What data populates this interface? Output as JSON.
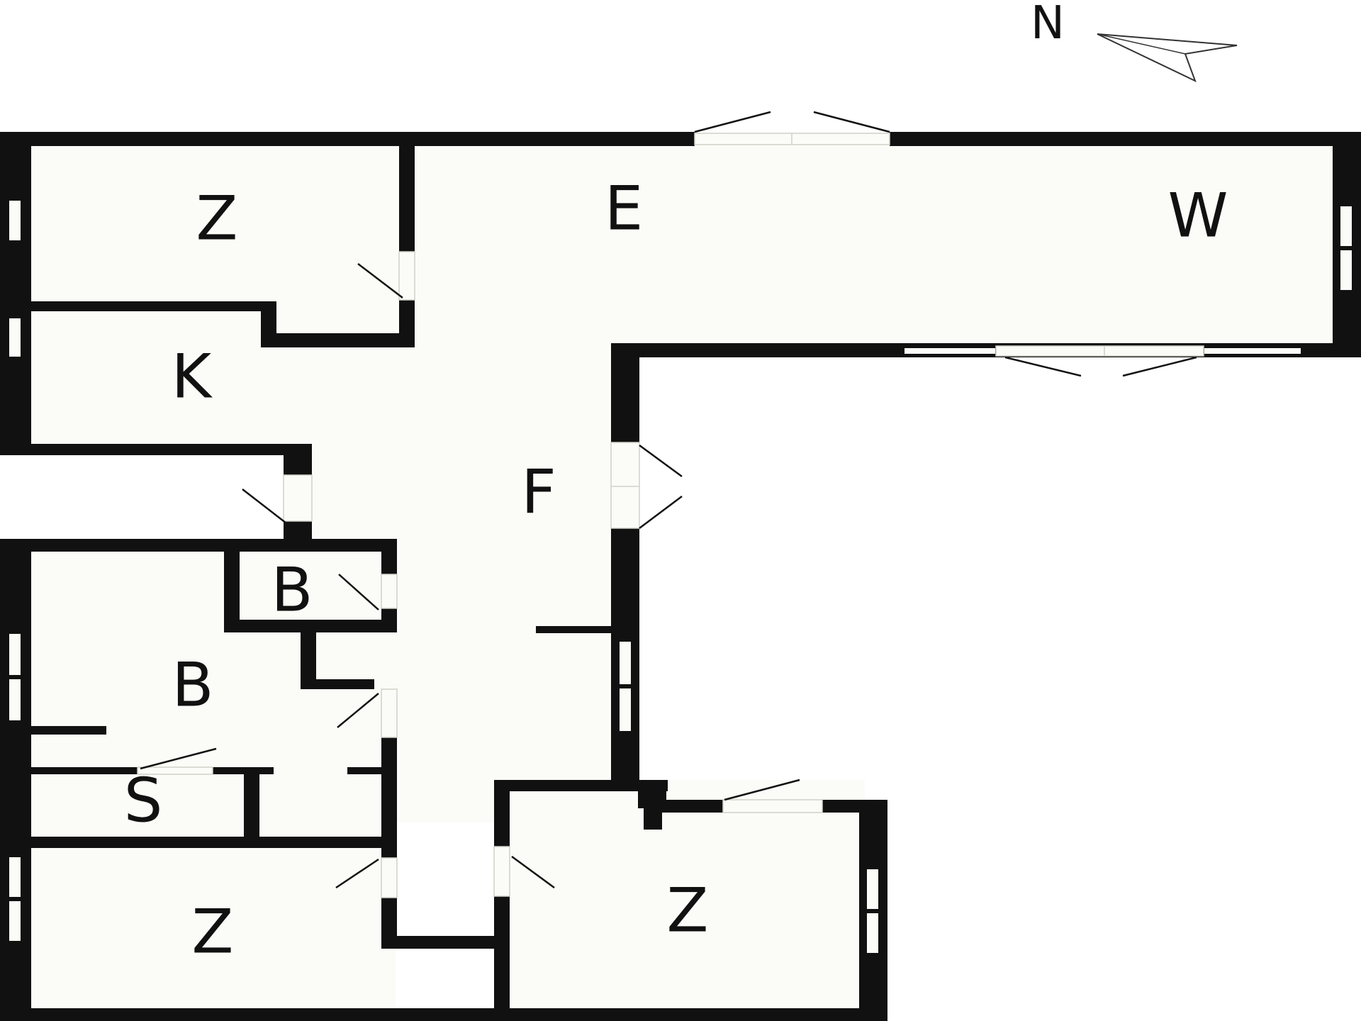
{
  "compass": {
    "label": "N"
  },
  "rooms": {
    "bedroom_top": "Z",
    "living_dining": "E",
    "living": "W",
    "kitchen": "K",
    "hallway": "F",
    "toilet": "B",
    "bathroom": "B",
    "storage": "S",
    "bedroom_bottom_left": "Z",
    "bedroom_bottom_right": "Z"
  },
  "colors": {
    "wall": "#111111",
    "floor": "#fbfcf7",
    "background": "#ffffff"
  }
}
